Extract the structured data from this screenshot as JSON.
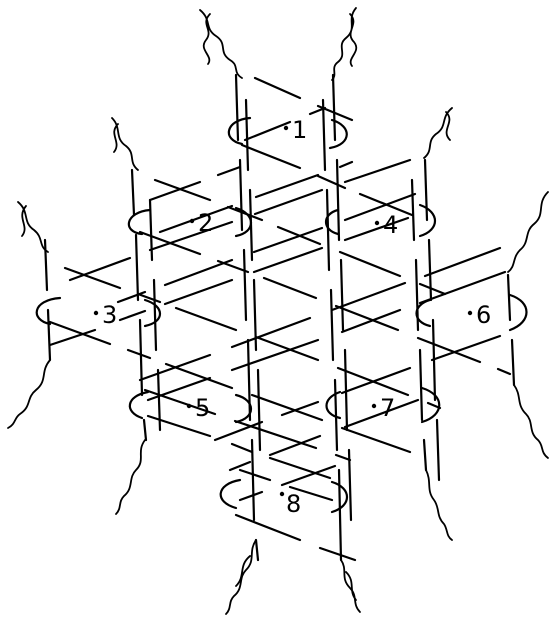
{
  "diagram": {
    "stroke_color": "#000000",
    "background": "#ffffff",
    "cells": [
      {
        "label": "1"
      },
      {
        "label": "2"
      },
      {
        "label": "3"
      },
      {
        "label": "4"
      },
      {
        "label": "5"
      },
      {
        "label": "6"
      },
      {
        "label": "7"
      },
      {
        "label": "8"
      }
    ]
  }
}
